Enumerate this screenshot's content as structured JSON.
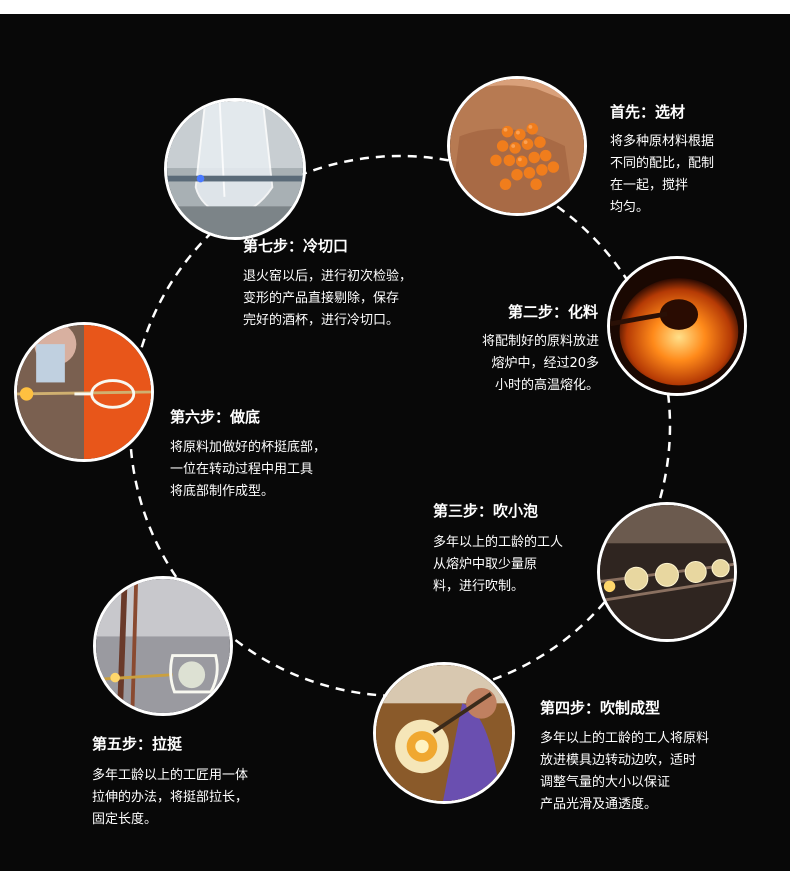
{
  "steps": [
    {
      "title": "首先：选材",
      "lines": [
        "将多种原材料根据",
        "不同的配比，配制",
        "在一起，搅拌",
        "均匀。"
      ]
    },
    {
      "title": "第二步：化料",
      "lines": [
        "将配制好的原料放进",
        "熔炉中，经过20多",
        "小时的高温熔化。"
      ]
    },
    {
      "title": "第三步：吹小泡",
      "lines": [
        "多年以上的工龄的工人",
        "从熔炉中取少量原",
        "料，进行吹制。"
      ]
    },
    {
      "title": "第四步：吹制成型",
      "lines": [
        "多年以上的工龄的工人将原料",
        "放进模具边转动边吹，适时",
        "调整气量的大小以保证",
        "产品光滑及通透度。"
      ]
    },
    {
      "title": "第五步：拉挺",
      "lines": [
        "多年工龄以上的工匠用一体",
        "拉伸的办法，将挺部拉长，",
        "固定长度。"
      ]
    },
    {
      "title": "第六步：做底",
      "lines": [
        "将原料加做好的杯挺底部，",
        "一位在转动过程中用工具",
        "将底部制作成型。"
      ]
    },
    {
      "title": "第七步：冷切口",
      "lines": [
        "退火窑以后，进行初次检验，",
        "变形的产品直接剔除，保存",
        "完好的酒杯，进行冷切口。"
      ]
    }
  ],
  "photos": [
    {
      "icon": "orange-beads-in-hands-icon"
    },
    {
      "icon": "glowing-furnace-icon"
    },
    {
      "icon": "glass-bulbs-on-rods-icon"
    },
    {
      "icon": "glass-blowing-mold-icon"
    },
    {
      "icon": "wine-glass-stem-pulling-icon"
    },
    {
      "icon": "glass-base-shaping-icon"
    },
    {
      "icon": "glass-cold-cutting-icon"
    }
  ],
  "colors": {
    "background": "#080808",
    "ring": "#ffffff",
    "text": "#ffffff"
  }
}
